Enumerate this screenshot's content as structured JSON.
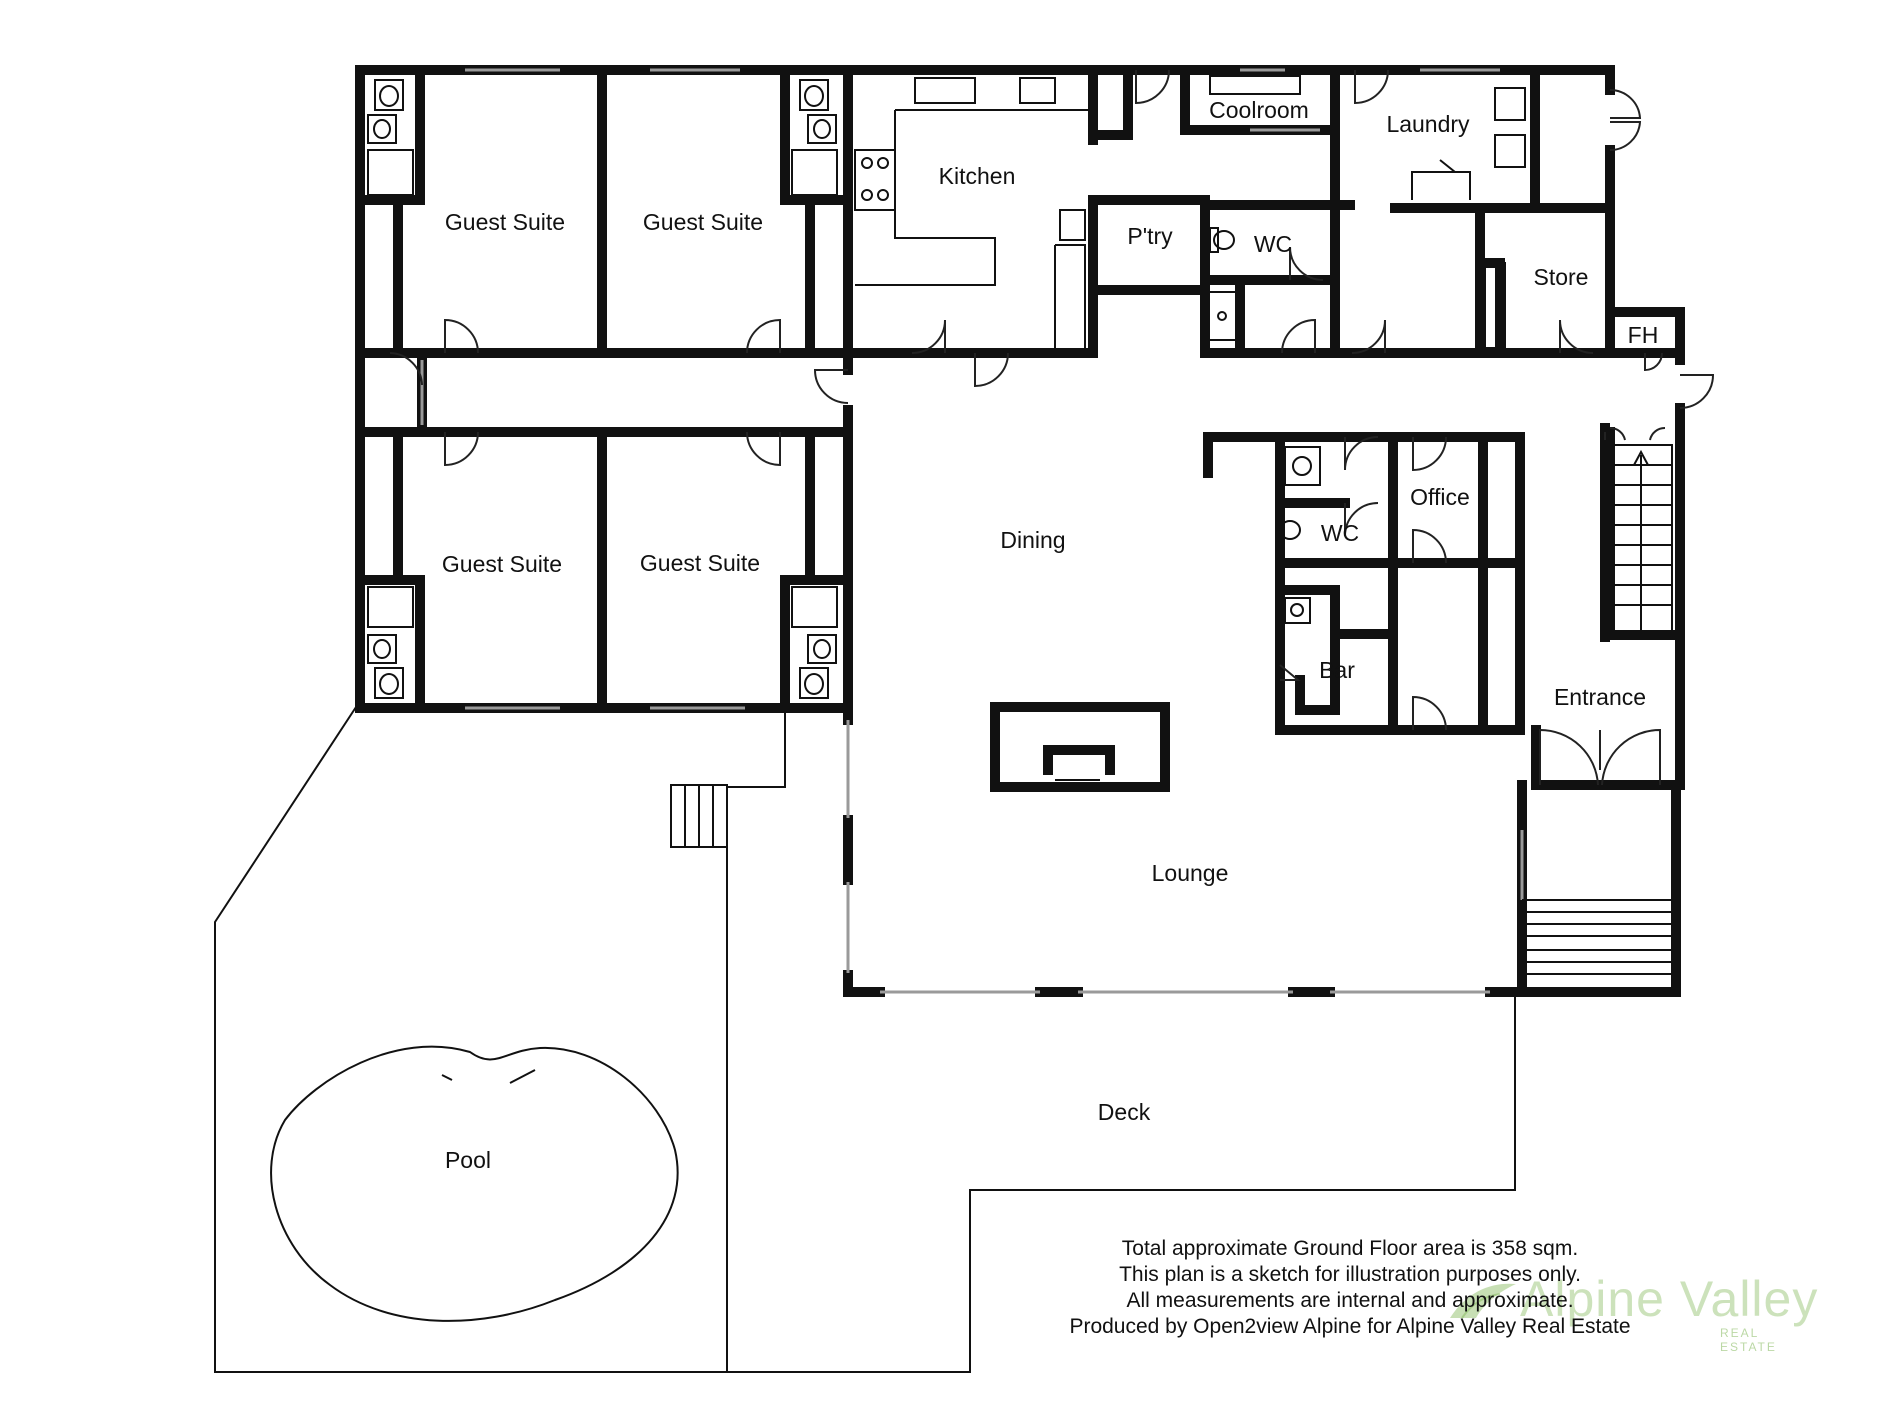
{
  "rooms": {
    "guest_suite_1": "Guest Suite",
    "guest_suite_2": "Guest Suite",
    "guest_suite_3": "Guest Suite",
    "guest_suite_4": "Guest Suite",
    "kitchen": "Kitchen",
    "pantry": "P'try",
    "coolroom": "Coolroom",
    "laundry": "Laundry",
    "wc_1": "WC",
    "wc_2": "WC",
    "store": "Store",
    "fh": "FH",
    "dining": "Dining",
    "office": "Office",
    "bar": "Bar",
    "entrance": "Entrance",
    "lounge": "Lounge",
    "deck": "Deck",
    "pool": "Pool"
  },
  "notes": {
    "line1": "Total approximate Ground Floor area is 358 sqm.",
    "line2": "This plan is a sketch for illustration purposes only.",
    "line3": "All measurements are internal and approximate.",
    "line4": "Produced by Open2view Alpine for Alpine Valley Real Estate"
  },
  "watermark": {
    "brand": "Alpine Valley",
    "sub": "REAL ESTATE",
    "color": "#8fbf6a"
  },
  "colors": {
    "wall": "#111111",
    "window": "#9a9a9a",
    "background": "#ffffff"
  }
}
